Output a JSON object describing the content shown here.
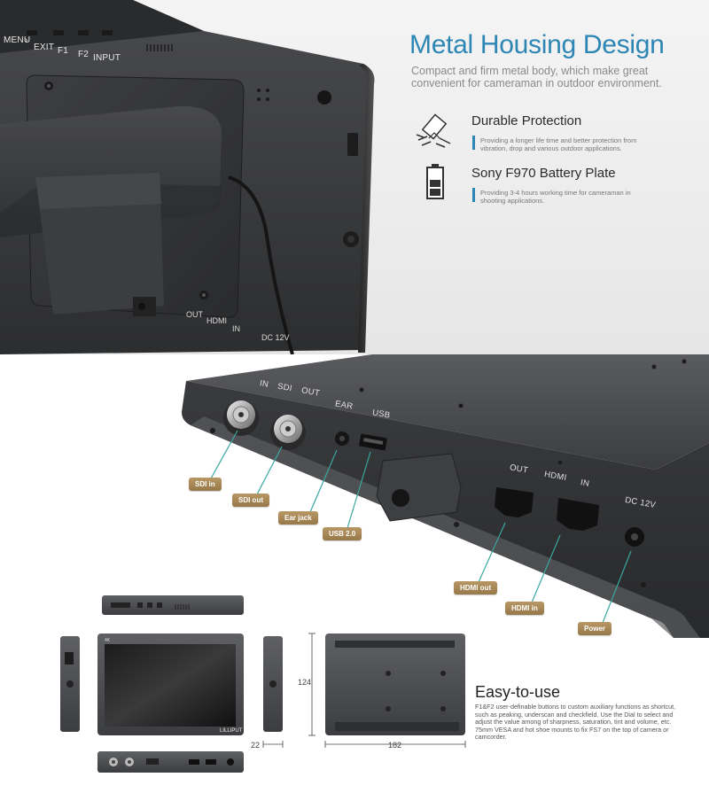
{
  "header": {
    "title": "Metal Housing Design",
    "subtitle": "Compact and firm metal body, which make great convenient for cameraman in outdoor environment."
  },
  "features": [
    {
      "icon": "shield-crack-icon",
      "title": "Durable Protection",
      "description": "Providing a longer life time and better protection from vibration, drop and various outdoor applications."
    },
    {
      "icon": "battery-icon",
      "title": "Sony F970 Battery Plate",
      "description": "Providing 3-4 hours working time for cameraman in shooting applications."
    }
  ],
  "top_buttons": [
    "MENU",
    "EXIT",
    "F1",
    "F2",
    "INPUT"
  ],
  "top_ports": [
    "OUT",
    "HDMI",
    "IN",
    "DC 12V"
  ],
  "port_engravings": {
    "in": "IN",
    "sdi": "SDI",
    "out": "OUT",
    "ear": "EAR",
    "usb": "USB",
    "hdmi_out": "OUT",
    "hdmi": "HDMI",
    "hdmi_in": "IN",
    "dc": "DC 12V"
  },
  "callouts": {
    "sdi_in": "SDI in",
    "sdi_out": "SDI out",
    "ear_jack": "Ear jack",
    "usb": "USB 2.0",
    "hdmi_out": "HDMI out",
    "hdmi_in": "HDMI in",
    "power": "Power"
  },
  "dimensions": {
    "height": "124",
    "depth": "22",
    "width": "182"
  },
  "front_brand": "LILLIPUT",
  "easy": {
    "title": "Easy-to-use",
    "description": "F1&F2 user-definable buttons to custom auxiliary functions as shortcut, such as peaking, underscan and checkfield. Use the Dial to select and adjust the value among of sharpness, saturation, tint and volume, etc. 75mm VESA and hot shoe mounts to fix FS7 on the top of camera or camcorder."
  },
  "colors": {
    "accent": "#2d86b4",
    "callout": "#a8875a",
    "metal": "#3a3b3d"
  }
}
